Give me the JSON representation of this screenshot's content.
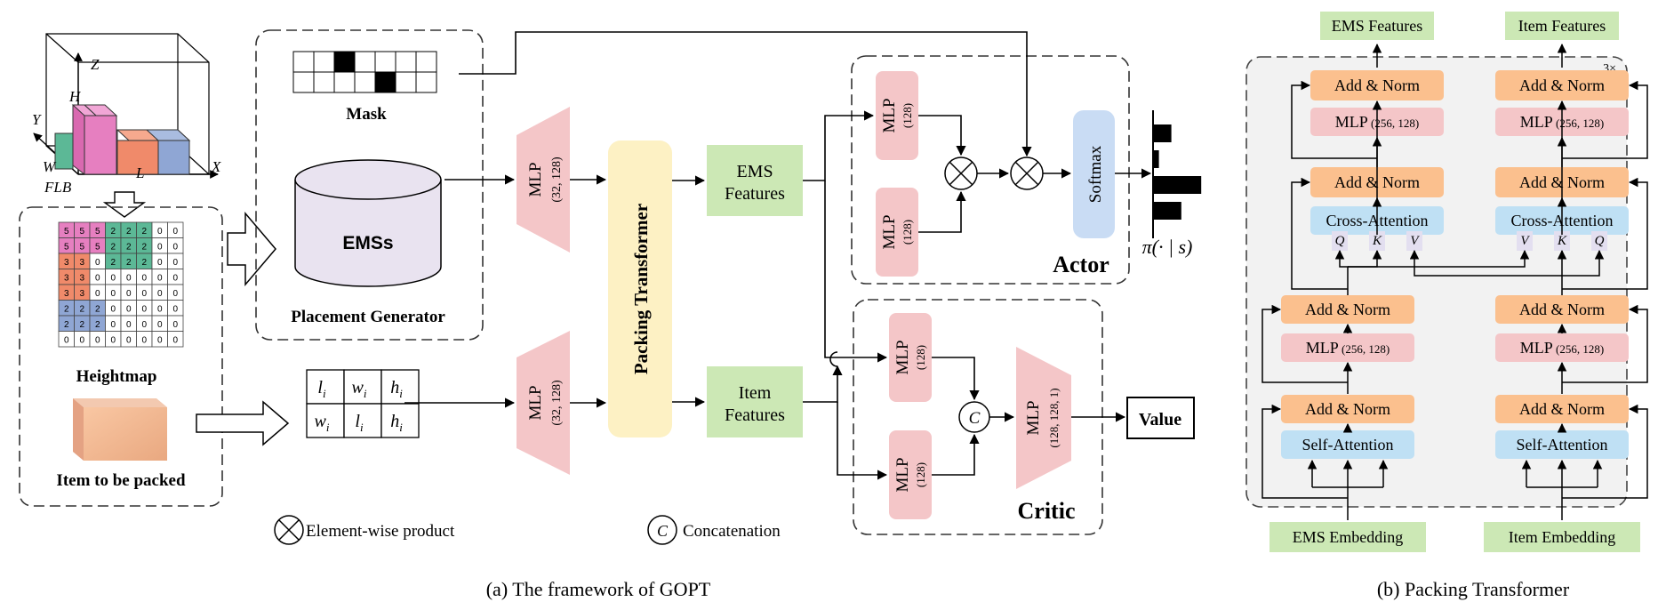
{
  "framework": {
    "caption": "(a) The framework of GOPT",
    "box3d": {
      "axis_z": "Z",
      "axis_y": "Y",
      "axis_x": "X",
      "label_h": "H",
      "label_w": "W",
      "label_l": "L",
      "origin": "FLB"
    },
    "heightmap": {
      "label": "Heightmap",
      "rows": [
        [
          "5",
          "5",
          "5",
          "2",
          "2",
          "2",
          "0",
          "0"
        ],
        [
          "5",
          "5",
          "5",
          "2",
          "2",
          "2",
          "0",
          "0"
        ],
        [
          "3",
          "3",
          "0",
          "2",
          "2",
          "2",
          "0",
          "0"
        ],
        [
          "3",
          "3",
          "0",
          "0",
          "0",
          "0",
          "0",
          "0"
        ],
        [
          "3",
          "3",
          "0",
          "0",
          "0",
          "0",
          "0",
          "0"
        ],
        [
          "2",
          "2",
          "2",
          "0",
          "0",
          "0",
          "0",
          "0"
        ],
        [
          "2",
          "2",
          "2",
          "0",
          "0",
          "0",
          "0",
          "0"
        ],
        [
          "0",
          "0",
          "0",
          "0",
          "0",
          "0",
          "0",
          "0"
        ]
      ],
      "colors": {
        "5": "#e67fc0",
        "3": "#f08a6a",
        "2": "#8fa6d4",
        "2g": "#5cb896",
        "0": "#ffffff"
      }
    },
    "item_label": "Item to be packed",
    "placement_generator": {
      "label": "Placement Generator",
      "mask_label": "Mask",
      "mask_rows": [
        [
          0,
          0,
          1,
          0,
          0,
          0,
          0
        ],
        [
          0,
          0,
          0,
          0,
          1,
          0,
          0
        ]
      ],
      "ems_label": "EMSs"
    },
    "item_table": {
      "rows": [
        [
          "l_i",
          "w_i",
          "h_i"
        ],
        [
          "w_i",
          "l_i",
          "h_i"
        ]
      ]
    },
    "mlp_top": {
      "name": "MLP",
      "dims": "(32, 128)"
    },
    "mlp_bottom": {
      "name": "MLP",
      "dims": "(32, 128)"
    },
    "packing_transformer": "Packing Transformer",
    "ems_features": [
      "EMS",
      "Features"
    ],
    "item_features": [
      "Item",
      "Features"
    ],
    "actor": {
      "label": "Actor",
      "mlp1": {
        "name": "MLP",
        "dims": "(128)"
      },
      "mlp2": {
        "name": "MLP",
        "dims": "(128)"
      },
      "softmax": "Softmax",
      "policy": "π(· | s)",
      "policy_bars": [
        0.35,
        0.1,
        0.95,
        0.55
      ]
    },
    "critic": {
      "label": "Critic",
      "mlp1": {
        "name": "MLP",
        "dims": "(128)"
      },
      "mlp2": {
        "name": "MLP",
        "dims": "(128)"
      },
      "mlp3": {
        "name": "MLP",
        "dims": "(128, 128, 1)"
      },
      "concat_symbol": "C",
      "value": "Value"
    },
    "legend": {
      "product": "Element-wise product",
      "concat_symbol": "C",
      "concat": "Concatenation"
    }
  },
  "transformer": {
    "caption": "(b) Packing Transformer",
    "repeat": "3×",
    "ems_features": "EMS Features",
    "item_features": "Item Features",
    "add_norm": "Add & Norm",
    "mlp": "MLP",
    "mlp_dims": "(256, 128)",
    "cross_attention": "Cross-Attention",
    "self_attention": "Self-Attention",
    "left_qkv": [
      "Q",
      "K",
      "V"
    ],
    "right_qkv": [
      "V",
      "K",
      "Q"
    ],
    "ems_embedding": "EMS Embedding",
    "item_embedding": "Item Embedding"
  },
  "colors": {
    "mlp_pink": "#f4c6c8",
    "packing_yellow": "#fdf1c4",
    "features_green": "#cce8b5",
    "softmax_blue": "#c9dcf4",
    "addnorm_orange": "#fbc08e",
    "attention_blue": "#bfe0f4",
    "panel_gray": "#f2f2f2",
    "ems_cyl": "#e9e3f0"
  }
}
